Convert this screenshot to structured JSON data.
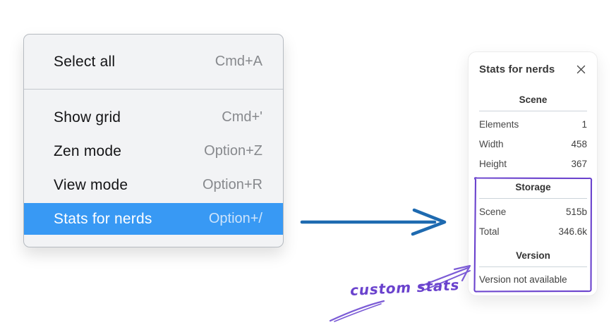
{
  "menu": {
    "items": [
      {
        "label": "Select all",
        "shortcut": "Cmd+A",
        "selected": false
      },
      {
        "label": "Show grid",
        "shortcut": "Cmd+'",
        "selected": false
      },
      {
        "label": "Zen mode",
        "shortcut": "Option+Z",
        "selected": false
      },
      {
        "label": "View mode",
        "shortcut": "Option+R",
        "selected": false
      },
      {
        "label": "Stats for nerds",
        "shortcut": "Option+/",
        "selected": true
      }
    ]
  },
  "panel": {
    "title": "Stats for nerds",
    "sections": [
      {
        "title": "Scene",
        "rows": [
          {
            "label": "Elements",
            "value": "1"
          },
          {
            "label": "Width",
            "value": "458"
          },
          {
            "label": "Height",
            "value": "367"
          }
        ]
      },
      {
        "title": "Storage",
        "rows": [
          {
            "label": "Scene",
            "value": "515b"
          },
          {
            "label": "Total",
            "value": "346.6k"
          }
        ]
      },
      {
        "title": "Version",
        "message": "Version not available"
      }
    ]
  },
  "annotation": {
    "label": "custom stats"
  },
  "colors": {
    "menu_highlight": "#3899f4",
    "arrow_blue": "#1e6ab0",
    "annotation_purple": "#6a42cd",
    "annotation_stroke": "#7c5cd6",
    "close_icon_gray": "#4a4a4a"
  }
}
